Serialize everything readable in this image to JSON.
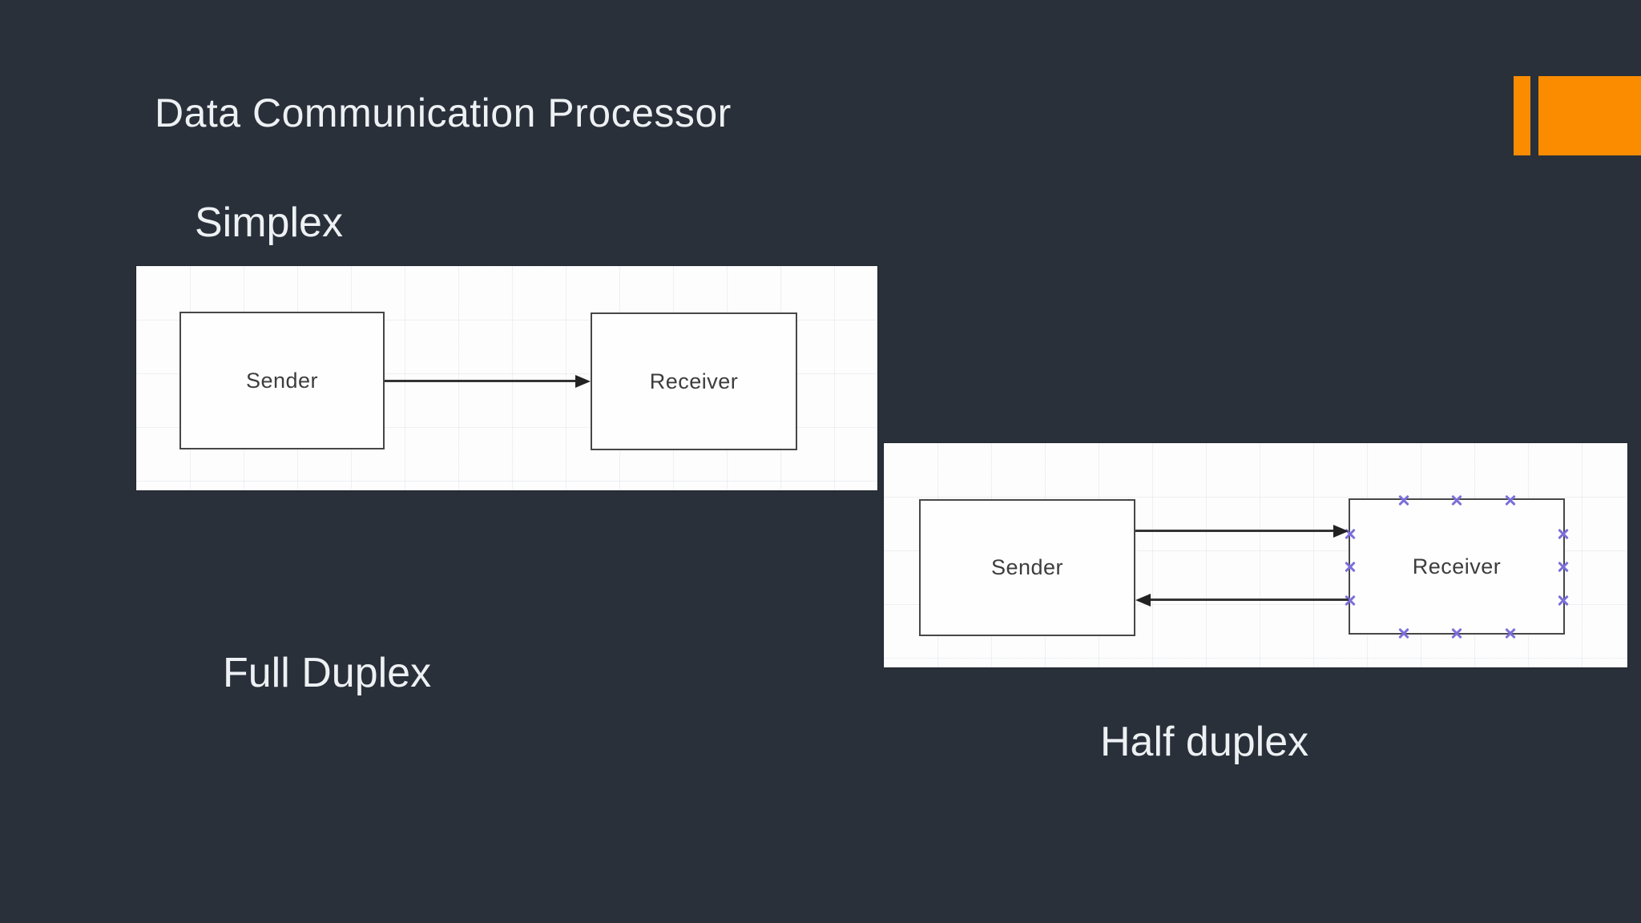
{
  "slide": {
    "title": "Data Communication Processor"
  },
  "sections": {
    "simplex": {
      "label": "Simplex"
    },
    "full_duplex": {
      "label": "Full Duplex"
    },
    "half_duplex": {
      "label": "Half duplex"
    }
  },
  "diagrams": {
    "simplex": {
      "sender_label": "Sender",
      "receiver_label": "Receiver",
      "connection": "single arrow from Sender to Receiver"
    },
    "half_duplex": {
      "sender_label": "Sender",
      "receiver_label": "Receiver",
      "connection": "arrow from Sender to Receiver and arrow from Receiver back to Sender"
    }
  },
  "colors": {
    "background": "#29303a",
    "slide_text": "#eef1f4",
    "accent_orange": "#fb8c00",
    "panel_background": "#fdfdfd",
    "node_border": "#474747",
    "node_text": "#3d3d3d",
    "arrow": "#222222",
    "connection_handle": "#7b6fda"
  }
}
